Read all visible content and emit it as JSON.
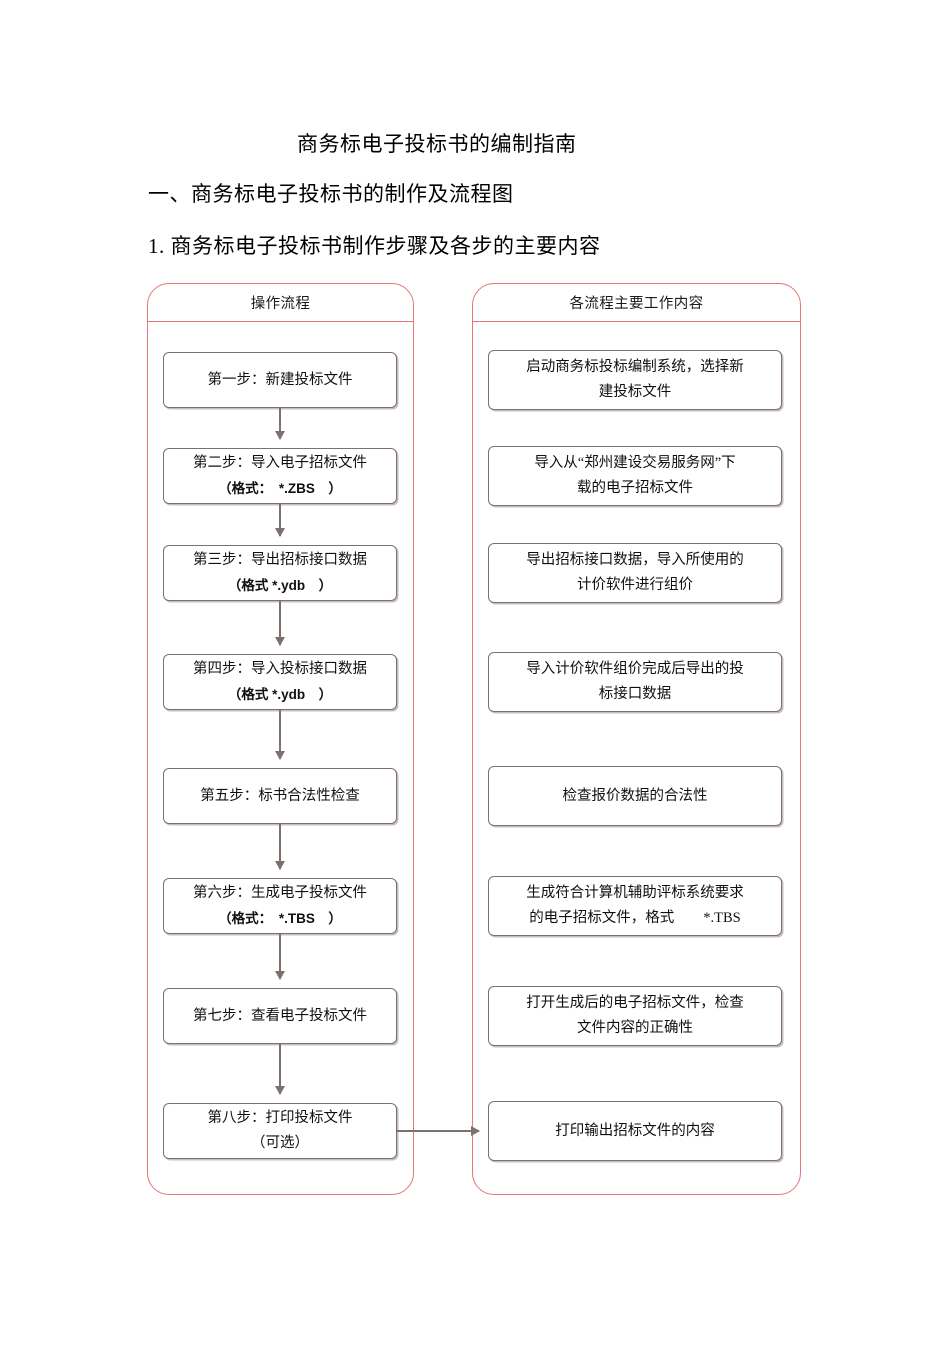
{
  "document": {
    "title": "商务标电子投标书的编制指南",
    "heading_1": "一、商务标电子投标书的制作及流程图",
    "heading_2": "1. 商务标电子投标书制作步骤及各步的主要内容"
  },
  "flowchart": {
    "left_column_header": "操作流程",
    "right_column_header": "各流程主要工作内容",
    "steps": [
      {
        "step_line1": "第一步：新建投标文件",
        "step_line2": "",
        "content_line1": "启动商务标投标编制系统，选择新",
        "content_line2": "建投标文件"
      },
      {
        "step_line1": "第二步：导入电子招标文件",
        "step_line2": "（格式：　*.ZBS　）",
        "content_line1": "导入从“郑州建设交易服务网”下",
        "content_line2": "载的电子招标文件"
      },
      {
        "step_line1": "第三步：导出招标接口数据",
        "step_line2": "（格式 *.ydb　）",
        "content_line1": "导出招标接口数据，导入所使用的",
        "content_line2": "计价软件进行组价"
      },
      {
        "step_line1": "第四步：导入投标接口数据",
        "step_line2": "（格式 *.ydb　）",
        "content_line1": "导入计价软件组价完成后导出的投",
        "content_line2": "标接口数据"
      },
      {
        "step_line1": "第五步：标书合法性检查",
        "step_line2": "",
        "content_line1": "检查报价数据的合法性",
        "content_line2": ""
      },
      {
        "step_line1": "第六步：生成电子投标文件",
        "step_line2": "（格式：　*.TBS　）",
        "content_line1": "生成符合计算机辅助评标系统要求",
        "content_line2": "的电子招标文件，格式　　*.TBS"
      },
      {
        "step_line1": "第七步：查看电子投标文件",
        "step_line2": "",
        "content_line1": "打开生成后的电子招标文件，检查",
        "content_line2": "文件内容的正确性"
      },
      {
        "step_line1": "第八步：打印投标文件",
        "step_line2": "（可选）",
        "content_line1": "打印输出招标文件的内容",
        "content_line2": ""
      }
    ]
  },
  "colors": {
    "container_border": "#e8737a",
    "box_border": "#7c716c",
    "text": "#101010"
  }
}
